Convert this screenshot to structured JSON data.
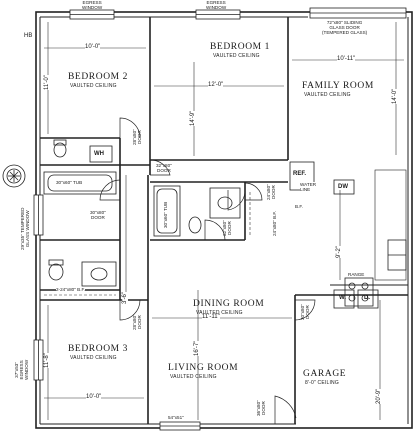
{
  "plan": {
    "north_label": "HB",
    "rooms": {
      "bedroom1": {
        "name": "BEDROOM 1",
        "ceiling": "VAULTED CEILING"
      },
      "bedroom2": {
        "name": "BEDROOM 2",
        "ceiling": "VAULTED CEILING"
      },
      "bedroom3": {
        "name": "BEDROOM 3",
        "ceiling": "VAULTED CEILING"
      },
      "family": {
        "name": "FAMILY ROOM",
        "ceiling": "VAULTED CEILING"
      },
      "dining": {
        "name": "DINING ROOM",
        "ceiling": "VAULTED CEILING"
      },
      "living": {
        "name": "LIVING ROOM",
        "ceiling": "VAULTED CEILING"
      },
      "garage": {
        "name": "GARAGE",
        "ceiling": "8'-0\" CEILING"
      }
    },
    "dimensions": {
      "bed2_width": "10'-0\"",
      "bed2_depth": "11'-0\"",
      "bed1_width": "12'-0\"",
      "bed1_depth": "14'-9\"",
      "family_width": "10'-11\"",
      "family_depth": "14'-0\"",
      "kitchen_depth": "9'-2\"",
      "hall_width": "3'-6\"",
      "dining_width": "11'-11\"",
      "living_depth": "16'-7\"",
      "bed3_depth": "11'-8\"",
      "bed3_width": "10'-0\"",
      "garage_depth": "20'-9\""
    },
    "windows": {
      "egress_left": "EGRESS\nWINDOW",
      "egress_mid": "EGRESS\nWINDOW",
      "tempered_left": "29\"x35\" TEMPERED\nGLASS WINDOW",
      "egress_bed3": "37\"x53\"\nEGRESS\nWINDOW",
      "sliding_door": "72\"x80\" SLIDING\nGLASS DOOR\n(TEMPERED GLASS)",
      "bottom_window": "54\"x51\""
    },
    "doors": {
      "bed2_door": "28\"x80\"\nDOOR",
      "bath_door": "32\"x80\"\nDOOR",
      "bath2_door": "30\"x80\"\nDOOR",
      "bath3_door": "32\"x80\"\nDOOR",
      "closet_door": "24\"x80\"\nDOOR",
      "bed3_door": "28\"x80\"\nDOOR",
      "laundry_door": "30\"x80\"\nDOOR",
      "garage_door": "36\"x80\"\nDOOR"
    },
    "fixtures": {
      "tub_upper": "30\"x60\" TUB",
      "tub_mid": "30\"x60\" TUB",
      "wh": "WH",
      "ref": "REF.",
      "water_line": "WATER\nLINE",
      "dw": "DW",
      "range": "RANGE",
      "washer": "W.",
      "dryer": "D.",
      "bf_upper": "24\"x80\" B.F.",
      "bf_lower": "2-24\"x80\" B.F.",
      "bf_wall": "B.F."
    }
  }
}
